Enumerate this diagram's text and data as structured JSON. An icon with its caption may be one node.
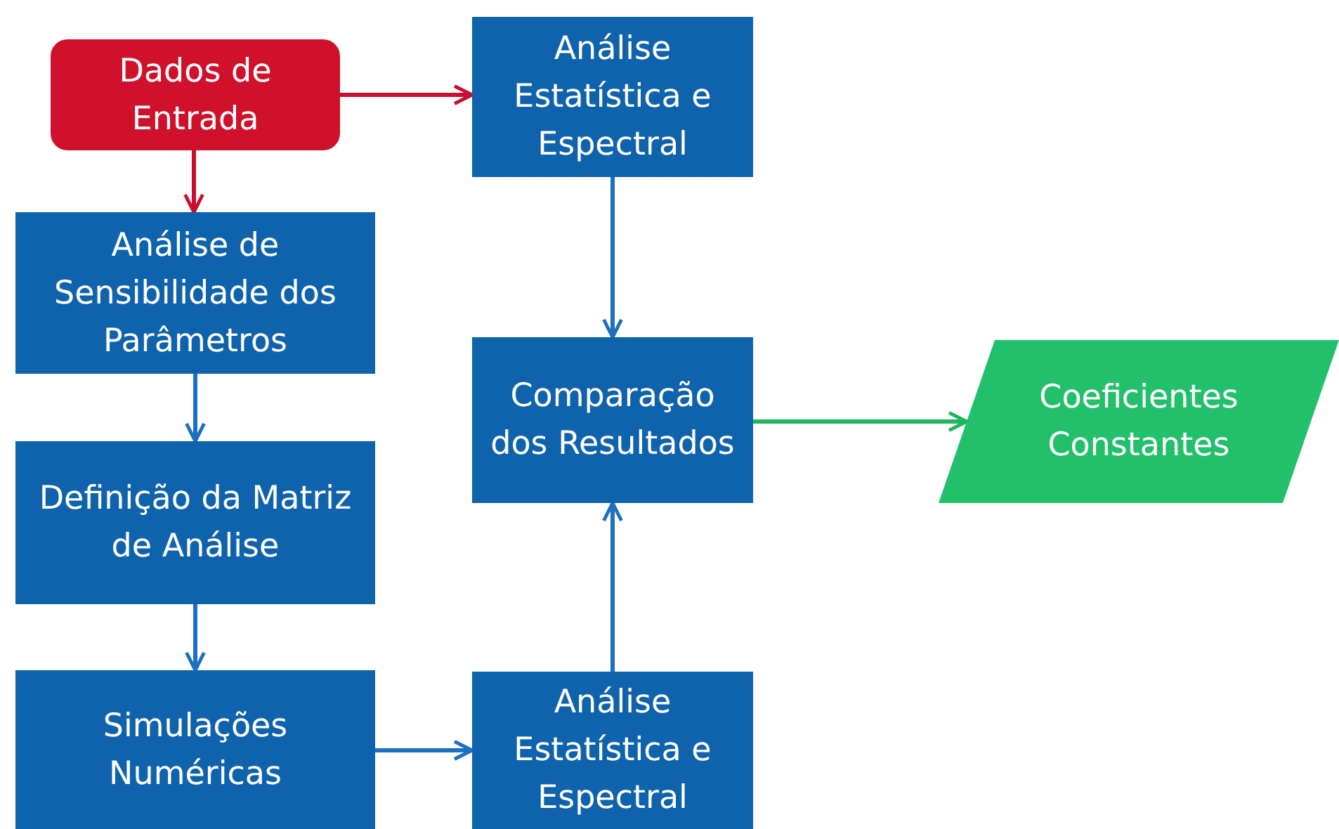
{
  "diagram": {
    "nodes": [
      {
        "text": [
          "Dados de Entrada"
        ]
      },
      {
        "text": [
          "Análise Estatística e Espectral"
        ]
      },
      {
        "text": [
          "Análise de Sensibilidade dos Parâmetros"
        ]
      },
      {
        "text": [
          "Comparação dos Resultados"
        ]
      },
      {
        "text": [
          "Coeficientes Constantes"
        ]
      },
      {
        "text": [
          "Definição da Matriz de Análise"
        ]
      },
      {
        "text": [
          "Simulações Numéricas"
        ]
      },
      {
        "text": [
          "Análise Estatística e Espectral"
        ]
      }
    ],
    "edges": [
      {
        "from": 0,
        "to": 1,
        "arrow": "to",
        "color": "#c8102e"
      },
      {
        "from": 0,
        "to": 2,
        "arrow": "to",
        "color": "#c8102e"
      },
      {
        "from": 1,
        "to": 3,
        "arrow": "to"
      },
      {
        "from": 2,
        "to": 5,
        "arrow": "to"
      },
      {
        "from": 5,
        "to": 6,
        "arrow": "to"
      },
      {
        "from": 6,
        "to": 7,
        "arrow": "to"
      },
      {
        "from": 7,
        "to": 3,
        "arrow": "to"
      },
      {
        "from": 3,
        "to": 4,
        "arrow": "to",
        "color": "#21b55f"
      }
    ]
  }
}
